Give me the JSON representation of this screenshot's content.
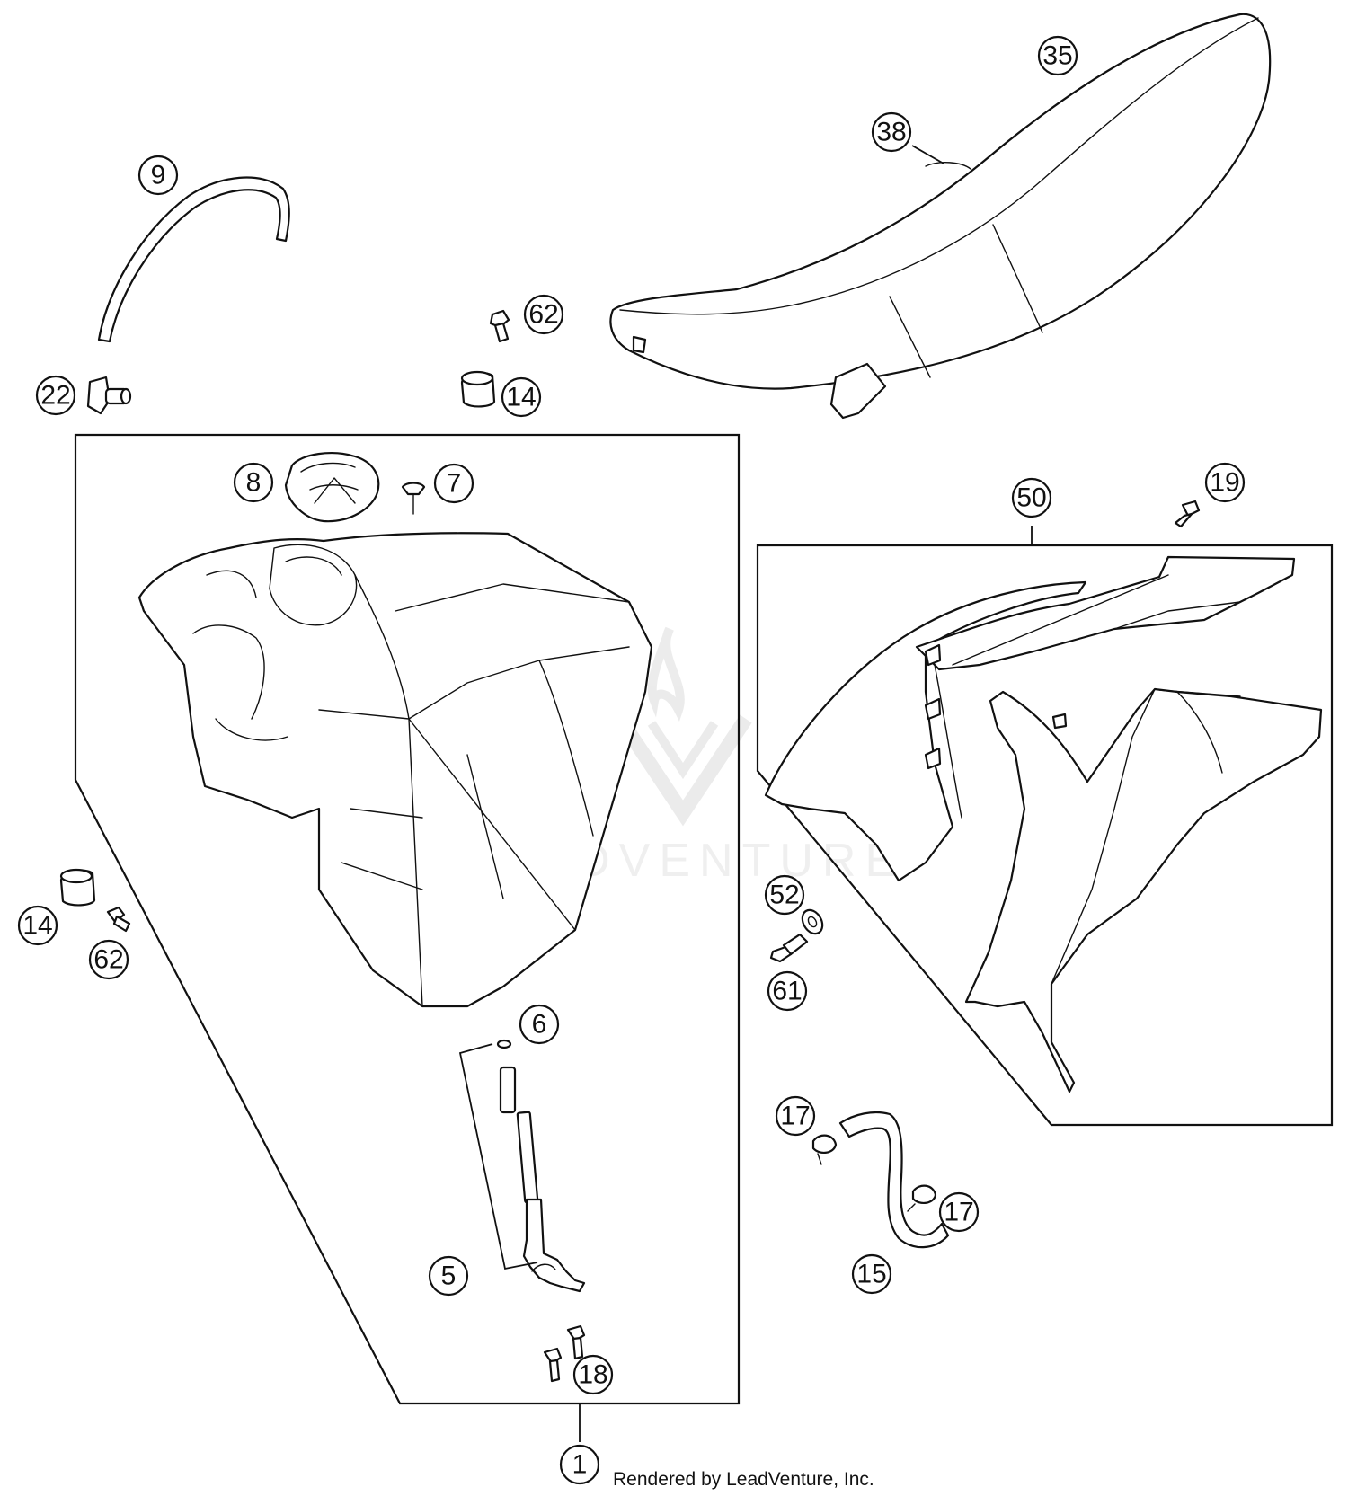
{
  "watermark": {
    "text": "LEADVENTURE"
  },
  "footer": {
    "credit": "Rendered by LeadVenture, Inc."
  },
  "callouts": {
    "c1": "1",
    "c5": "5",
    "c6": "6",
    "c7": "7",
    "c8": "8",
    "c9": "9",
    "c14a": "14",
    "c14b": "14",
    "c15": "15",
    "c17a": "17",
    "c17b": "17",
    "c18": "18",
    "c19": "19",
    "c22": "22",
    "c35": "35",
    "c38": "38",
    "c50": "50",
    "c52": "52",
    "c61": "61",
    "c62a": "62",
    "c62b": "62"
  }
}
